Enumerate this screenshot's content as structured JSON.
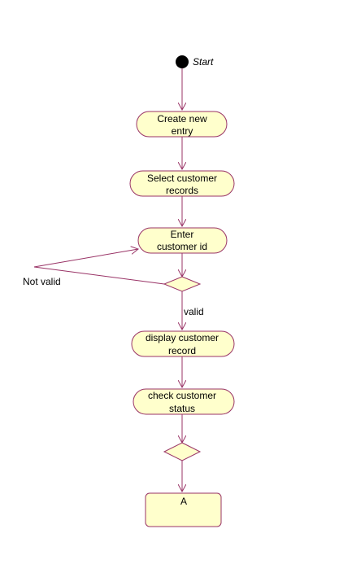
{
  "diagram": {
    "start_label": "Start",
    "colors": {
      "activity_fill": "#FFFFCC",
      "activity_stroke": "#993366",
      "edge": "#993366",
      "start_fill": "#000000"
    },
    "activities": {
      "create_entry": {
        "line1": "Create new",
        "line2": "entry"
      },
      "select_records": {
        "line1": "Select customer",
        "line2": "records"
      },
      "enter_id": {
        "line1": "Enter",
        "line2": "customer id"
      },
      "display_record": {
        "line1": "display customer",
        "line2": "record"
      },
      "check_status": {
        "line1": "check customer",
        "line2": "status"
      }
    },
    "connector": {
      "label": "A"
    },
    "guards": {
      "not_valid": "Not valid",
      "valid": "valid"
    }
  }
}
